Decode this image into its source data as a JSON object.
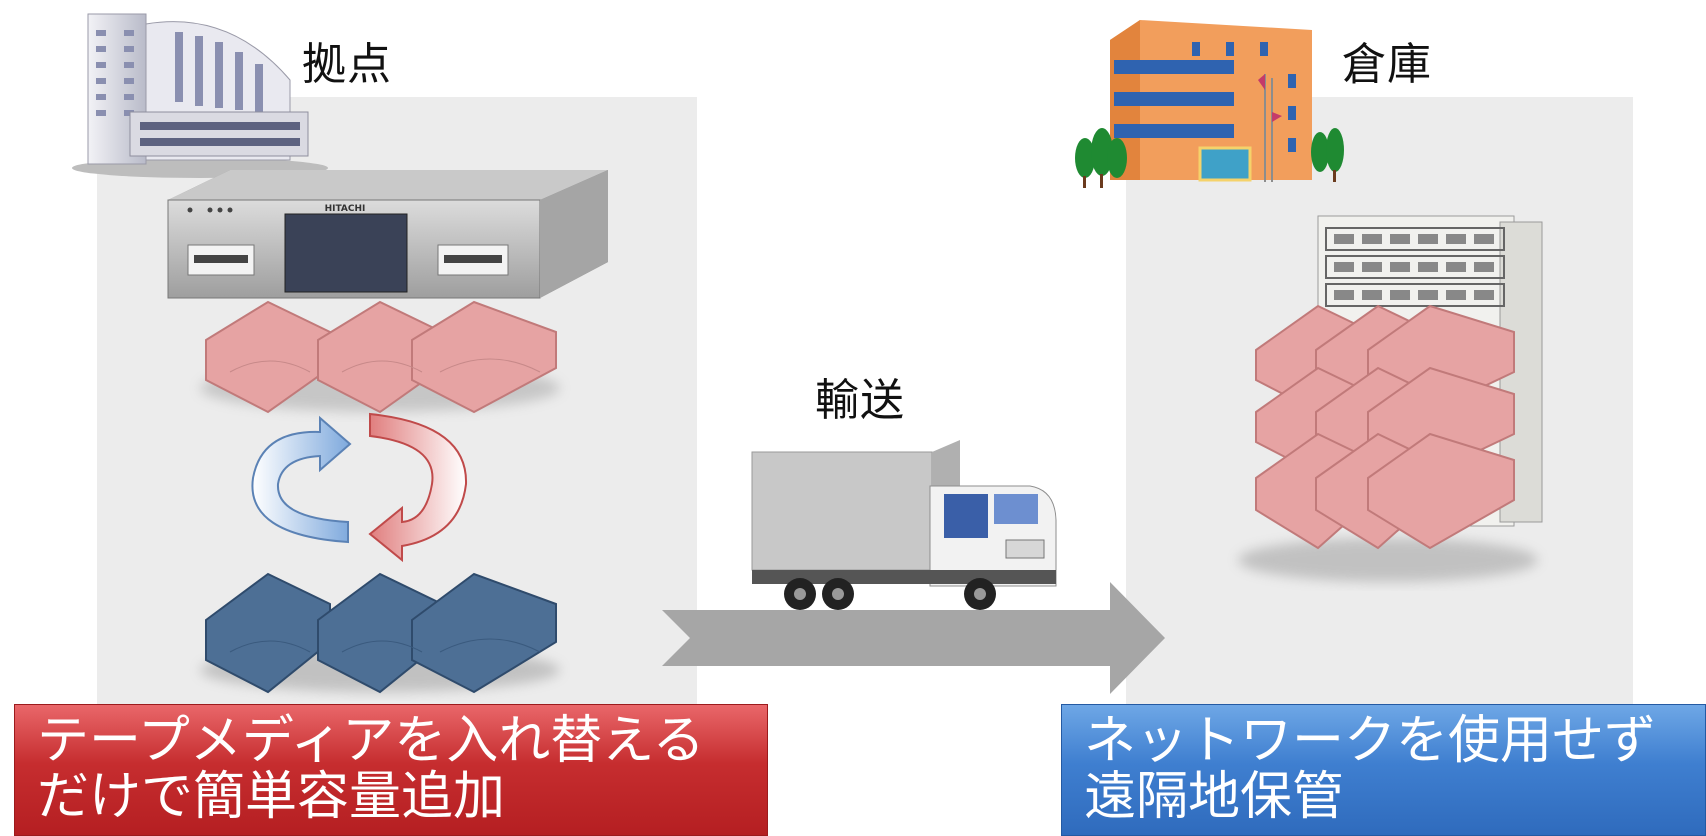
{
  "labels": {
    "site": "拠点",
    "warehouse": "倉庫",
    "transport": "輸送"
  },
  "banners": {
    "left": {
      "line1": "テープメディアを入れ替える",
      "line2": "だけで簡単容量追加"
    },
    "right": {
      "line1": "ネットワークを使用せず",
      "line2": "遠隔地保管"
    }
  },
  "device": {
    "brand": "HITACHI"
  },
  "colors": {
    "tape_red": "#e6a3a3",
    "tape_blue": "#4d6f95",
    "arrow_gray": "#a6a6a6",
    "banner_red": "#c62d2f",
    "banner_blue": "#3f7fd0"
  },
  "icons": [
    "office-building-icon",
    "warehouse-building-icon",
    "truck-icon",
    "tape-library-icon",
    "cycle-arrows-icon",
    "storage-shelf-icon"
  ]
}
